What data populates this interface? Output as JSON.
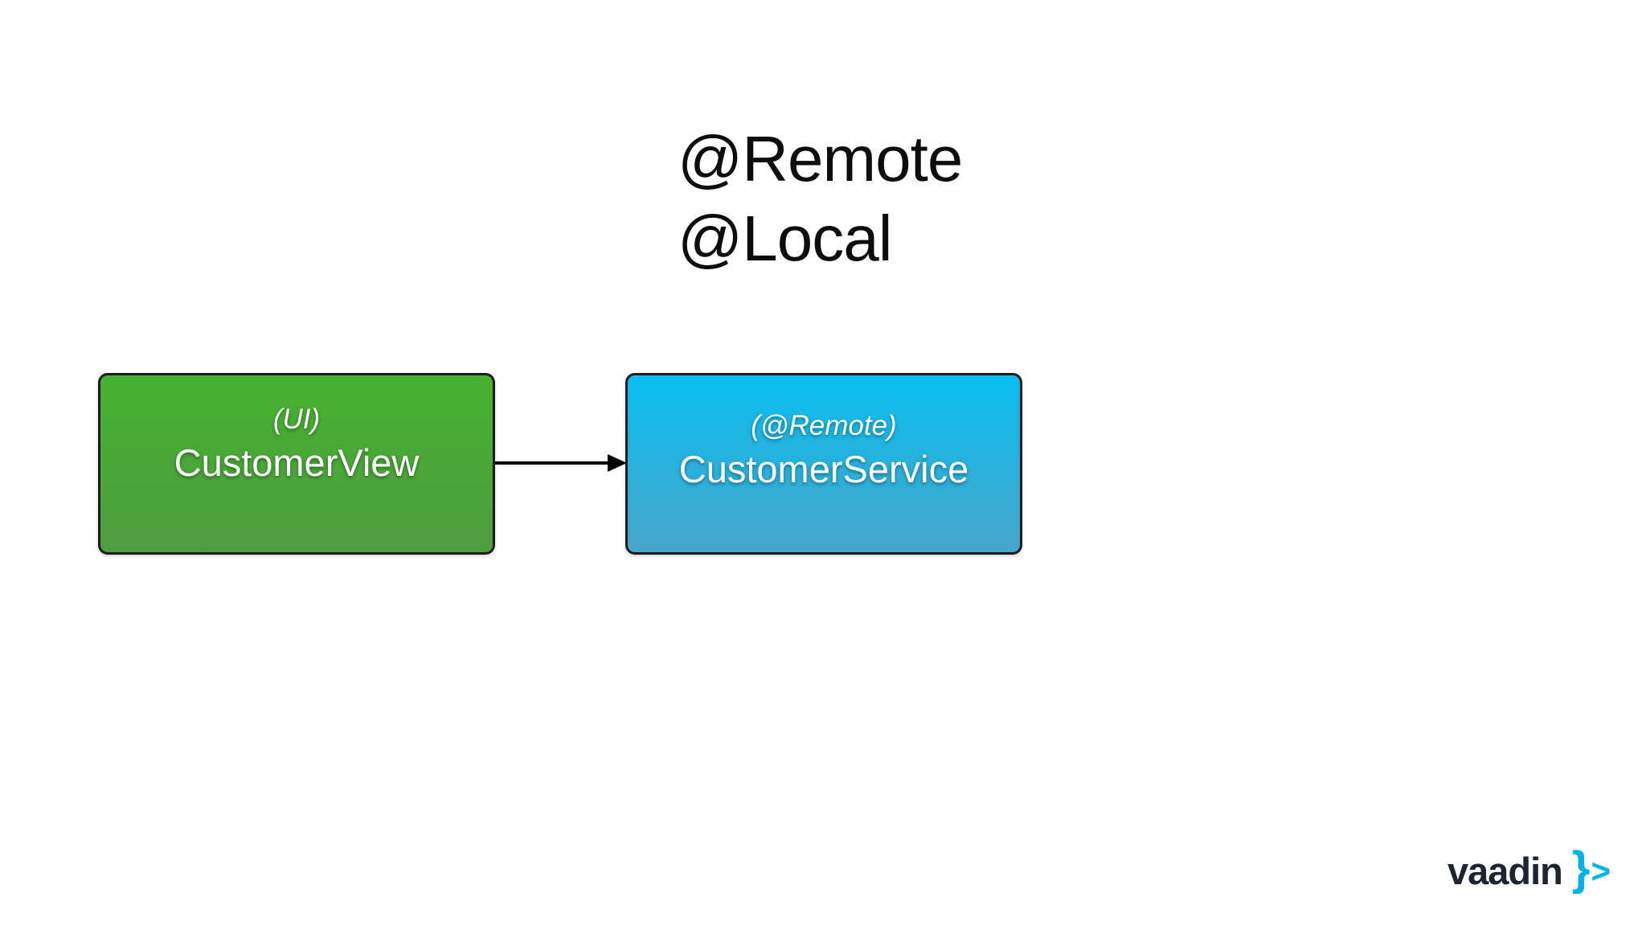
{
  "slide": {
    "background_color": "#ffffff",
    "title_lines": [
      "@Remote",
      "@Local"
    ],
    "title_color": "#0d0d0d"
  },
  "diagram": {
    "nodes": [
      {
        "id": "customer-view",
        "stereotype": "(UI)",
        "label": "CustomerView",
        "gradient_top": "#45b22f",
        "gradient_bottom": "#4f9c41",
        "border_color": "#1c1c1c",
        "text_color": "#ffffff"
      },
      {
        "id": "customer-service",
        "stereotype": "(@Remote)",
        "label": "CustomerService",
        "gradient_top": "#09bdf0",
        "gradient_bottom": "#47a5c8",
        "border_color": "#1c1c1c",
        "text_color": "#ffffff"
      }
    ],
    "arrow": {
      "from": "customer-view",
      "to": "customer-service",
      "color": "#000000",
      "style": "solid-with-filled-head"
    }
  },
  "footer": {
    "logo": {
      "wordmark": "vaadin",
      "symbol_brace": "}",
      "symbol_chevron": ">",
      "wordmark_color": "#1d2530",
      "symbol_color": "#00b1ea"
    }
  }
}
